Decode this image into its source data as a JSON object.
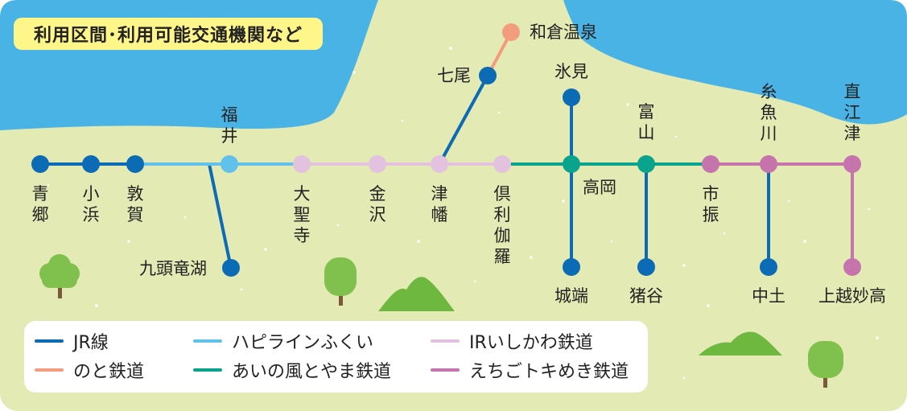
{
  "title": "利用区間･利用可能交通機関など",
  "colors": {
    "sea": "#4ab3e6",
    "land": "#e3eab3",
    "jr": "#0b6bb5",
    "noto": "#f29d7e",
    "hapi": "#62c1ea",
    "ir": "#e2c2de",
    "ainokaze": "#0aa38c",
    "echigo": "#c574ac",
    "tree": "#80c14e"
  },
  "stations": {
    "aogo": "青郷",
    "obama": "小浜",
    "tsuruga": "敦賀",
    "fukui": "福井",
    "kuzuryuko": "九頭竜湖",
    "daishoji": "大聖寺",
    "kanazawa": "金沢",
    "tsubata": "津幡",
    "kurikara": "倶利伽羅",
    "nanao": "七尾",
    "wakuraonsen": "和倉温泉",
    "himi": "氷見",
    "takaoka": "高岡",
    "johana": "城端",
    "toyama": "富山",
    "inotani": "猪谷",
    "ichiburi": "市振",
    "itoigawa": "糸魚川",
    "minamiotari": "中土",
    "naoetsu": "直江津",
    "joetsumyoko": "上越妙高"
  },
  "legend": [
    {
      "label": "JR線",
      "color": "#0b6bb5"
    },
    {
      "label": "のと鉄道",
      "color": "#f29d7e"
    },
    {
      "label": "ハピラインふくい",
      "color": "#62c1ea"
    },
    {
      "label": "あいの風とやま鉄道",
      "color": "#0aa38c"
    },
    {
      "label": "IRいしかわ鉄道",
      "color": "#e2c2de"
    },
    {
      "label": "えちごトキめき鉄道",
      "color": "#c574ac"
    }
  ]
}
